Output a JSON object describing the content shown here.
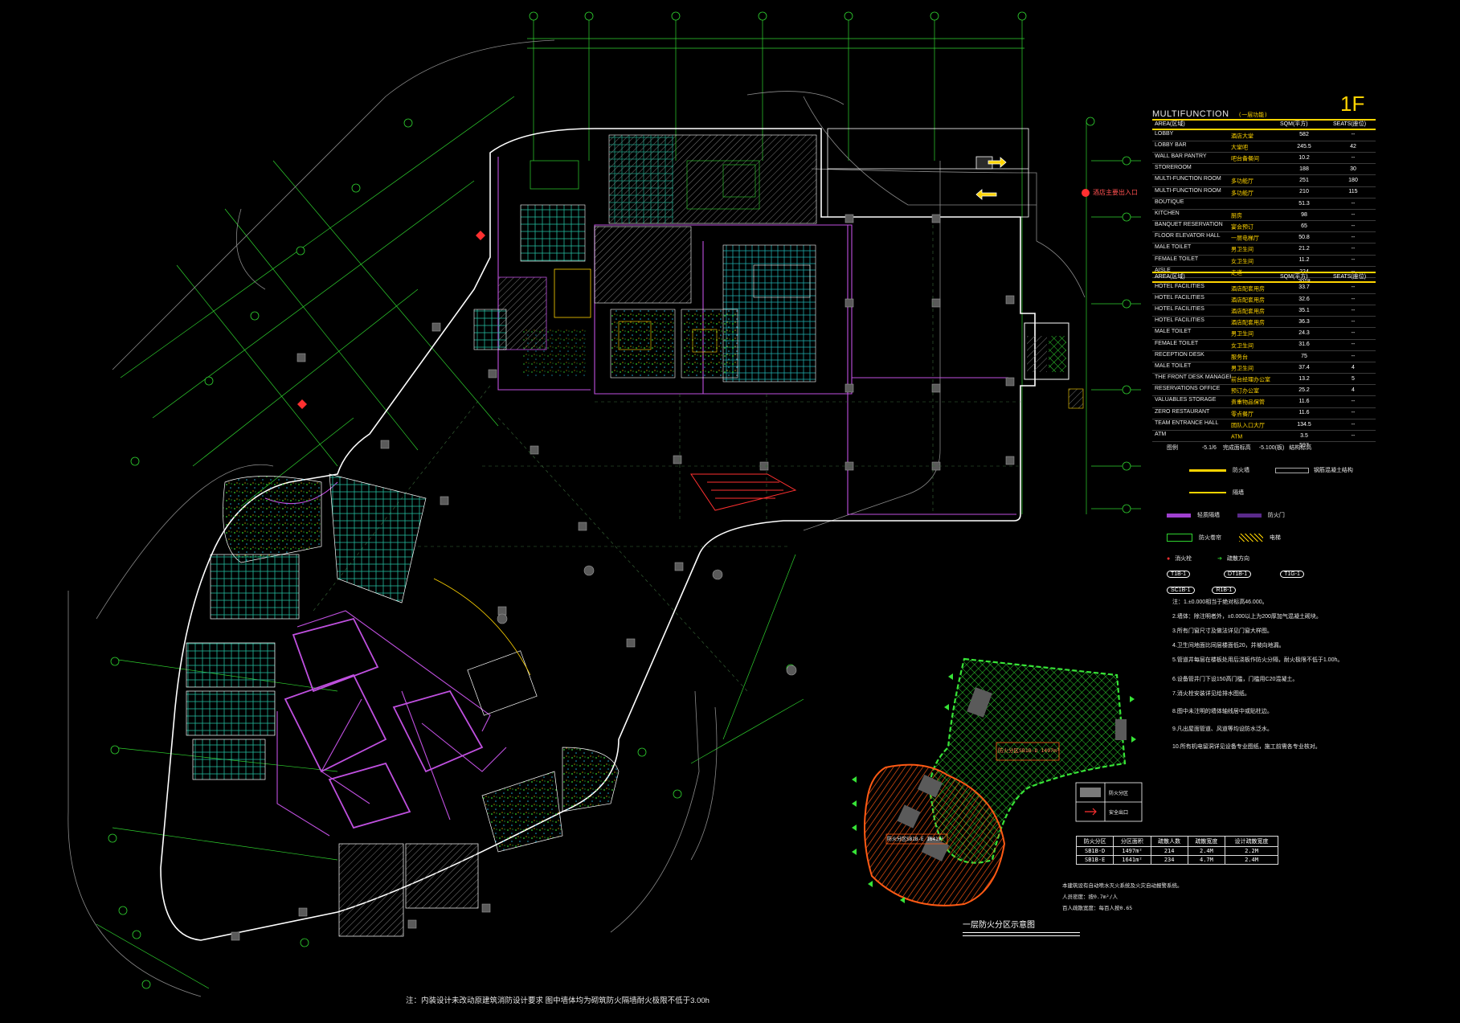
{
  "floor_label": "1F",
  "schedule_title": "MULTIFUNCTION",
  "schedule_subtitle": "(一层功能)",
  "table_headers": {
    "area": "AREA(区域)",
    "sqm": "SQM(平方)",
    "seats": "SEATS(座位)"
  },
  "multifunction_rows": [
    {
      "name": "LOBBY",
      "cn": "酒店大堂",
      "sqm": "582",
      "seats": "--"
    },
    {
      "name": "LOBBY BAR",
      "cn": "大堂吧",
      "sqm": "245.5",
      "seats": "42"
    },
    {
      "name": "WALL BAR PANTRY",
      "cn": "吧台备餐间",
      "sqm": "10.2",
      "seats": "--"
    },
    {
      "name": "STOREROOM",
      "cn": "",
      "sqm": "188",
      "seats": "30"
    },
    {
      "name": "MULTI-FUNCTION ROOM",
      "cn": "多功能厅",
      "sqm": "251",
      "seats": "180"
    },
    {
      "name": "MULTI-FUNCTION ROOM",
      "cn": "多功能厅",
      "sqm": "210",
      "seats": "115"
    },
    {
      "name": "BOUTIQUE",
      "cn": "",
      "sqm": "51.3",
      "seats": "--"
    },
    {
      "name": "KITCHEN",
      "cn": "厨房",
      "sqm": "98",
      "seats": "--"
    },
    {
      "name": "BANQUET RESERVATION",
      "cn": "宴会预订",
      "sqm": "65",
      "seats": "--"
    },
    {
      "name": "FLOOR ELEVATOR HALL",
      "cn": "一层电梯厅",
      "sqm": "50.8",
      "seats": "--"
    },
    {
      "name": "MALE TOILET",
      "cn": "男卫生间",
      "sqm": "21.2",
      "seats": "--"
    },
    {
      "name": "FEMALE TOILET",
      "cn": "女卫生间",
      "sqm": "11.2",
      "seats": "--"
    },
    {
      "name": "AISLE",
      "cn": "走道",
      "sqm": "224",
      "seats": "--"
    }
  ],
  "multifunction_total": "2018",
  "facilities_rows": [
    {
      "name": "HOTEL FACILITIES",
      "cn": "酒店配套用房",
      "sqm": "33.7",
      "seats": "--"
    },
    {
      "name": "HOTEL FACILITIES",
      "cn": "酒店配套用房",
      "sqm": "32.6",
      "seats": "--"
    },
    {
      "name": "HOTEL FACILITIES",
      "cn": "酒店配套用房",
      "sqm": "35.1",
      "seats": "--"
    },
    {
      "name": "HOTEL FACILITIES",
      "cn": "酒店配套用房",
      "sqm": "36.3",
      "seats": "--"
    },
    {
      "name": "MALE TOILET",
      "cn": "男卫生间",
      "sqm": "24.3",
      "seats": "--"
    },
    {
      "name": "FEMALE TOILET",
      "cn": "女卫生间",
      "sqm": "31.6",
      "seats": "--"
    },
    {
      "name": "RECEPTION DESK",
      "cn": "服务台",
      "sqm": "75",
      "seats": "--"
    },
    {
      "name": "MALE TOILET",
      "cn": "男卫生间",
      "sqm": "37.4",
      "seats": "4"
    },
    {
      "name": "THE FRONT DESK MANAGER'S OFFICE",
      "cn": "前台经理办公室",
      "sqm": "13.2",
      "seats": "5"
    },
    {
      "name": "RESERVATIONS OFFICE",
      "cn": "预订办公室",
      "sqm": "25.2",
      "seats": "4"
    },
    {
      "name": "VALUABLES STORAGE",
      "cn": "贵重物品保管",
      "sqm": "11.6",
      "seats": "--"
    },
    {
      "name": "ZERO RESTAURANT",
      "cn": "零点餐厅",
      "sqm": "11.6",
      "seats": "--"
    },
    {
      "name": "TEAM ENTRANCE HALL",
      "cn": "团队入口大厅",
      "sqm": "134.5",
      "seats": "--"
    },
    {
      "name": "ATM",
      "cn": "ATM",
      "sqm": "3.5",
      "seats": "--"
    }
  ],
  "facilities_total": "597",
  "entrance_label": "酒店主要出入口",
  "legend": {
    "labels": [
      "图例",
      "-5.1/6",
      "-5.100(板)",
      "完成面标高",
      "结构标高",
      "防火墙",
      "钢筋混凝土结构",
      "隔墙",
      "轻质隔墙",
      "防火门",
      "防火卷帘",
      "电梯",
      "消火栓",
      "疏散方向"
    ],
    "tags": [
      "T1B-1",
      "DT1B-1",
      "T1G-1",
      "SC1B-1",
      "R1B-1"
    ]
  },
  "notes": [
    "注：1.±0.000相当于绝对标高46.000。",
    "2.墙体：除注明者外，±0.000以上为200厚加气混凝土砌块。",
    "3.所有门窗尺寸及做法详见门窗大样图。",
    "4.卫生间地面比同层楼面低20，并坡向地漏。",
    "5.管道井每层在楼板处用后浇板作防火分隔，耐火极限不低于1.00h。",
    "6.设备管井门下设150高门槛，门槛用C20混凝土。",
    "7.消火栓安装详见给排水图纸。",
    "8.图中未注明的墙体轴线居中或贴柱边。",
    "9.凡出屋面管道、风道等均设防水泛水。",
    "10.所有机电留洞详见设备专业图纸，施工前需各专业核对。"
  ],
  "fire_zones": {
    "headers": [
      "防火分区",
      "分区面积",
      "疏散人数",
      "疏散宽度",
      "设计疏散宽度"
    ],
    "rows": [
      [
        "SB1B-D",
        "1497m²",
        "214",
        "2.4M",
        "2.2M"
      ],
      [
        "SB1B-E",
        "1641m²",
        "234",
        "4.7M",
        "2.4M"
      ]
    ],
    "legend_fill": "防火分区",
    "legend_arrow": "安全出口",
    "label_green": "防火分区SB1B-D 1497m²",
    "label_red": "防火分区SB1B-E 1641m²"
  },
  "fire_notes": [
    "本建筑设有自动喷水灭火系统及火灾自动报警系统。",
    "人员密度：按0.7m²/人",
    "百人疏散宽度：每百人按0.65"
  ],
  "fire_title": "一层防火分区示意图",
  "bottom_note": "注：内装设计未改动原建筑消防设计要求 图中墙体均为砌筑防火隔墙耐火极限不低于3.00h",
  "colors": {
    "background": "#000000",
    "grid": "#2fd32f",
    "walls": "#ffffff",
    "partition": "#a040d0",
    "pillar": "#7a7a7a",
    "zone_green": "#37e337",
    "zone_red": "#ff5a14",
    "highlight": "#ffd400",
    "entrance": "#ff3030"
  }
}
